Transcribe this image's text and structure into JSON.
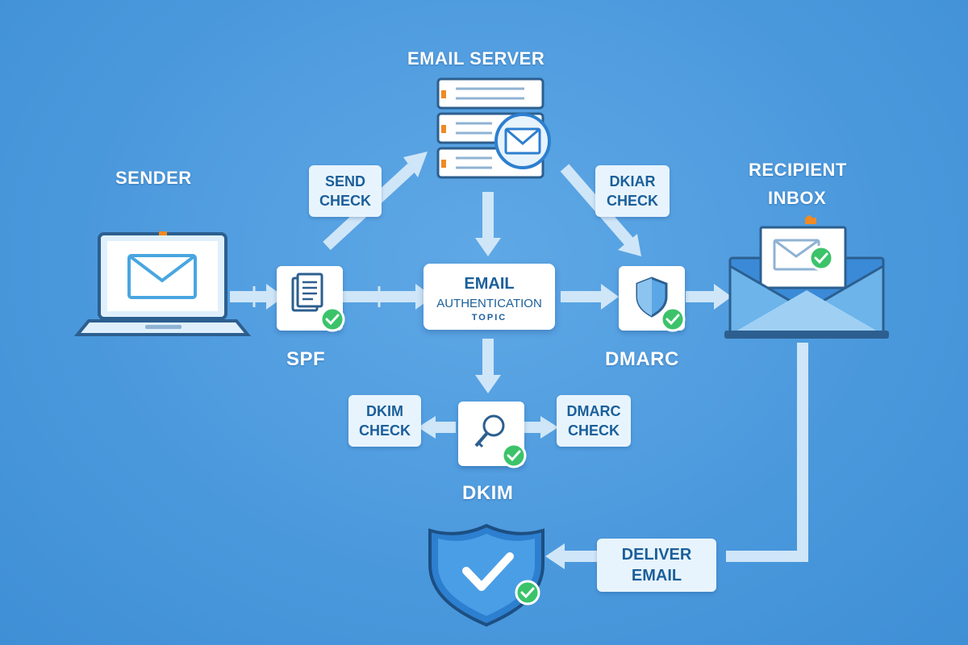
{
  "labels": {
    "email_server": "EMAIL SERVER",
    "sender": "SENDER",
    "recipient_line1": "RECIPIENT",
    "recipient_line2": "INBOX",
    "spf": "SPF",
    "dmarc": "DMARC",
    "dkim": "DKIM"
  },
  "badges": {
    "send_check": {
      "line1": "SEND",
      "line2": "CHECK"
    },
    "dkiar_check": {
      "line1": "DKIAR",
      "line2": "CHECK"
    },
    "dkim_check": {
      "line1": "DKIM",
      "line2": "CHECK"
    },
    "dmarc_check": {
      "line1": "DMARC",
      "line2": "CHECK"
    },
    "deliver_email": {
      "line1": "DELIVER",
      "line2": "EMAIL"
    }
  },
  "center_box": {
    "line1": "EMAIL",
    "line2": "AUTHENTICATION",
    "line3": "TOPIC"
  },
  "icons": {
    "server": "server-stack-icon",
    "laptop": "laptop-icon",
    "spf": "document-icon",
    "dmarc": "shield-icon",
    "dkim": "key-icon",
    "inbox": "inbox-envelope-icon",
    "final": "shield-check-icon",
    "check": "check-badge-icon"
  },
  "colors": {
    "background": "#4a98dc",
    "arrow": "#cfe6f8",
    "text_dark": "#1b5f9a",
    "check_green": "#3cc36a",
    "shield_blue": "#2d7fd0"
  }
}
